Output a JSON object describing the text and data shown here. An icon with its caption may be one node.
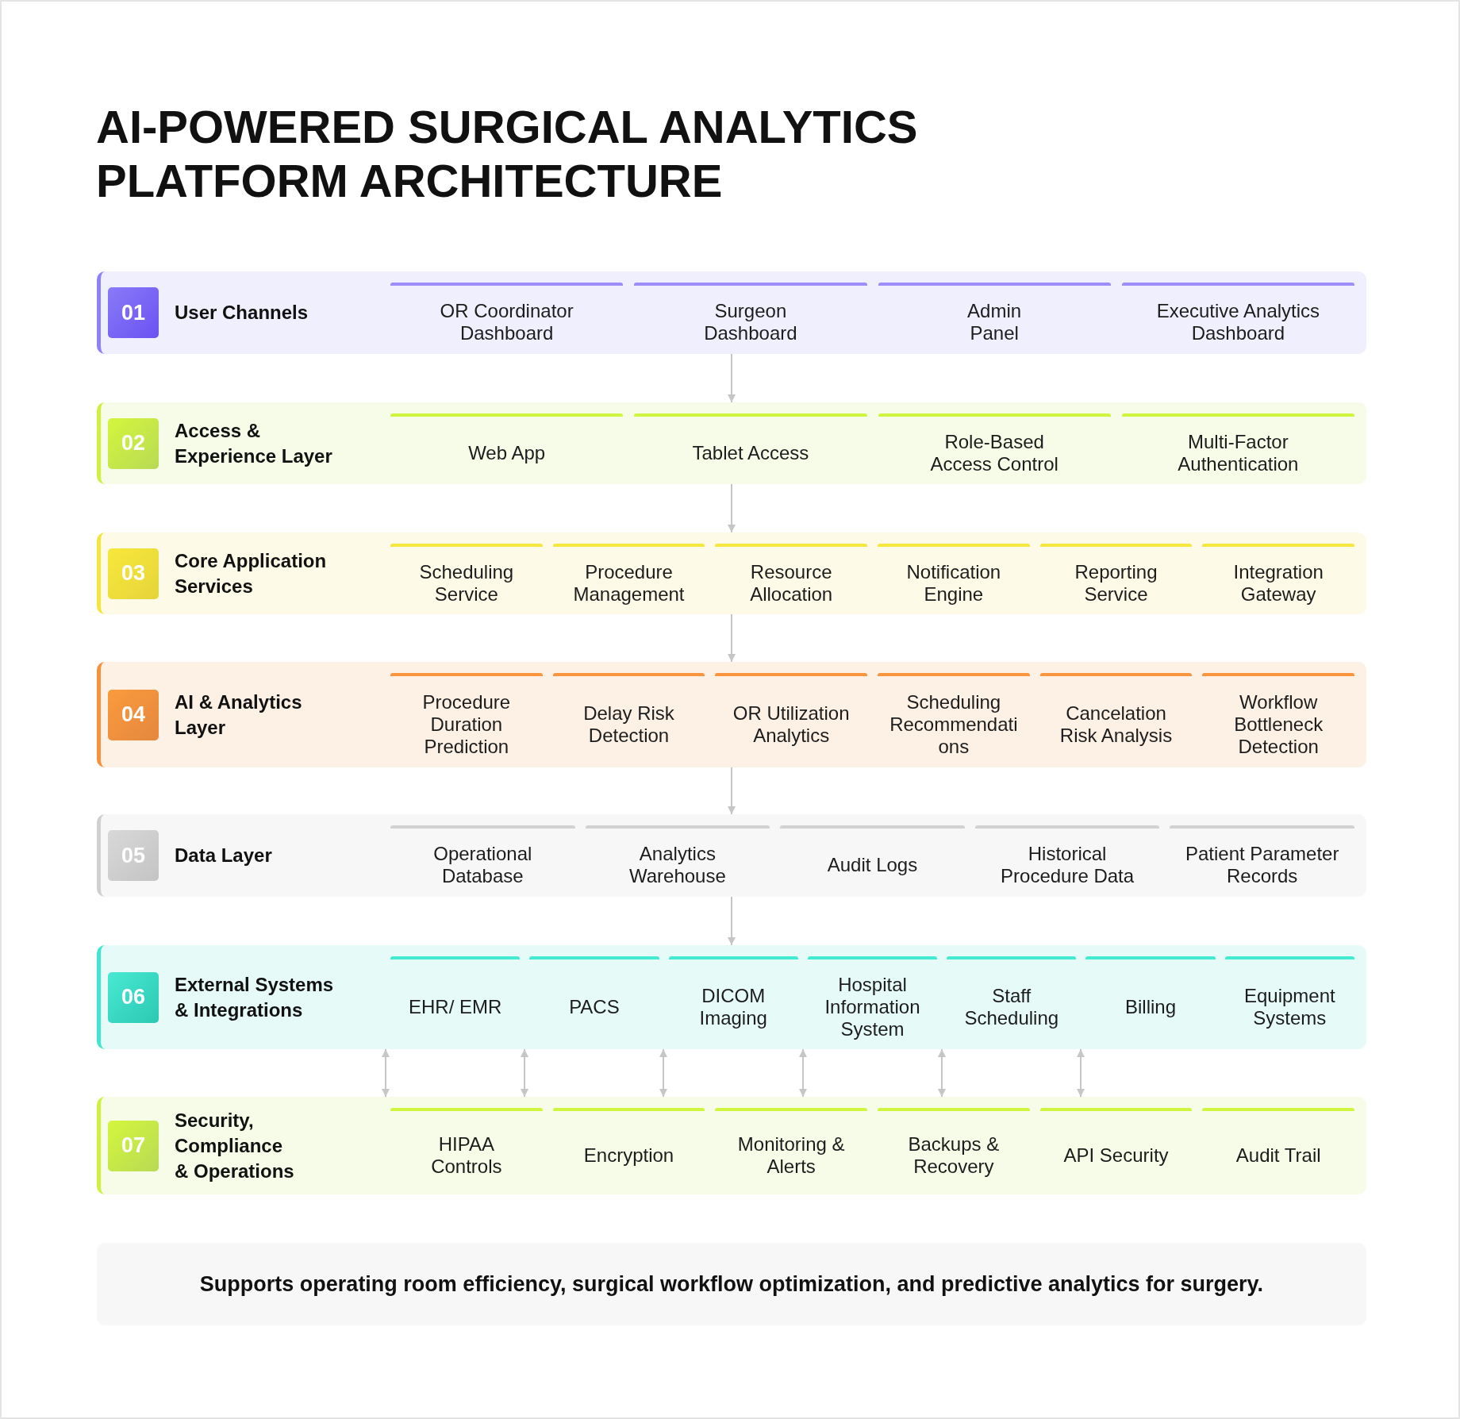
{
  "diagram": {
    "title": "AI-POWERED SURGICAL ANALYTICS PLATFORM ARCHITECTURE",
    "nodes": [
      {
        "text": [
          "01",
          "User Channels"
        ]
      },
      {
        "text": [
          "OR Coordinator Dashboard"
        ],
        "in": 0
      },
      {
        "text": [
          "Surgeon Dashboard"
        ],
        "in": 0
      },
      {
        "text": [
          "Admin Panel"
        ],
        "in": 0
      },
      {
        "text": [
          "Executive Analytics Dashboard"
        ],
        "in": 0
      },
      {
        "text": [
          "02",
          "Access & Experience Layer"
        ]
      },
      {
        "text": [
          "Web App"
        ],
        "in": 5
      },
      {
        "text": [
          "Tablet Access"
        ],
        "in": 5
      },
      {
        "text": [
          "Role-Based Access Control"
        ],
        "in": 5
      },
      {
        "text": [
          "Multi-Factor Authentication"
        ],
        "in": 5
      },
      {
        "text": [
          "03",
          "Core Application Services"
        ]
      },
      {
        "text": [
          "Scheduling Service"
        ],
        "in": 10
      },
      {
        "text": [
          "Procedure Management"
        ],
        "in": 10
      },
      {
        "text": [
          "Resource Allocation"
        ],
        "in": 10
      },
      {
        "text": [
          "Notification Engine"
        ],
        "in": 10
      },
      {
        "text": [
          "Reporting Service"
        ],
        "in": 10
      },
      {
        "text": [
          "Integration Gateway"
        ],
        "in": 10
      },
      {
        "text": [
          "04",
          "AI & Analytics Layer"
        ]
      },
      {
        "text": [
          "Procedure Duration Prediction"
        ],
        "in": 17
      },
      {
        "text": [
          "Delay Risk Detection"
        ],
        "in": 17
      },
      {
        "text": [
          "OR Utilization Analytics"
        ],
        "in": 17
      },
      {
        "text": [
          "Scheduling Recommendations"
        ],
        "in": 17
      },
      {
        "text": [
          "Cancelation Risk Analysis"
        ],
        "in": 17
      },
      {
        "text": [
          "Workflow Bottleneck Detection"
        ],
        "in": 17
      },
      {
        "text": [
          "05",
          "Data Layer"
        ]
      },
      {
        "text": [
          "Operational Database"
        ],
        "in": 24
      },
      {
        "text": [
          "Analytics Warehouse"
        ],
        "in": 24
      },
      {
        "text": [
          "Audit Logs"
        ],
        "in": 24
      },
      {
        "text": [
          "Historical Procedure Data"
        ],
        "in": 24
      },
      {
        "text": [
          "Patient Parameter Records"
        ],
        "in": 24
      },
      {
        "text": [
          "06",
          "External Systems & Integrations"
        ]
      },
      {
        "text": [
          "EHR/ EMR"
        ],
        "in": 30
      },
      {
        "text": [
          "PACS"
        ],
        "in": 30
      },
      {
        "text": [
          "DICOM Imaging"
        ],
        "in": 30
      },
      {
        "text": [
          "Hospital Information System"
        ],
        "in": 30
      },
      {
        "text": [
          "Staff Scheduling"
        ],
        "in": 30
      },
      {
        "text": [
          "Billing"
        ],
        "in": 30
      },
      {
        "text": [
          "Equipment Systems"
        ],
        "in": 30
      },
      {
        "text": [
          "07",
          "Security, Compliance & Operations"
        ]
      },
      {
        "text": [
          "HIPAA Controls"
        ],
        "in": 38
      },
      {
        "text": [
          "Encryption"
        ],
        "in": 38
      },
      {
        "text": [
          "Monitoring & Alerts"
        ],
        "in": 38
      },
      {
        "text": [
          "Backups & Recovery"
        ],
        "in": 38
      },
      {
        "text": [
          "API Security"
        ],
        "in": 38
      },
      {
        "text": [
          "Audit Trail"
        ],
        "in": 38
      },
      {
        "text": [
          "Supports operating room efficiency, surgical workflow optimization, and predictive analytics for surgery."
        ]
      }
    ],
    "edges": [
      {
        "from": 0,
        "to": 5,
        "arrow": "to"
      },
      {
        "from": 5,
        "to": 10,
        "arrow": "to"
      },
      {
        "from": 10,
        "to": 17,
        "arrow": "to"
      },
      {
        "from": 17,
        "to": 24,
        "arrow": "to"
      },
      {
        "from": 24,
        "to": 30,
        "arrow": "to"
      },
      {
        "from": 30,
        "to": 38,
        "arrow": "both"
      },
      {
        "from": 30,
        "to": 38,
        "arrow": "both"
      },
      {
        "from": 30,
        "to": 38,
        "arrow": "both"
      },
      {
        "from": 30,
        "to": 38,
        "arrow": "both"
      },
      {
        "from": 30,
        "to": 38,
        "arrow": "both"
      },
      {
        "from": 30,
        "to": 38,
        "arrow": "both"
      }
    ]
  }
}
